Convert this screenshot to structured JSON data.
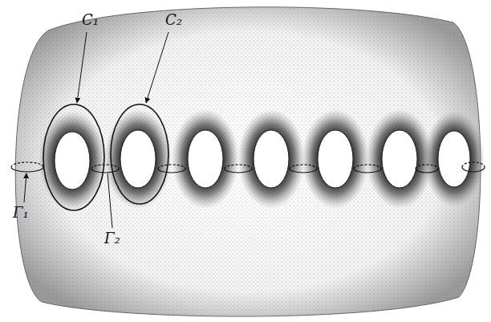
{
  "diagram": {
    "labels": [
      "C₁",
      "C₂",
      "Γ₁",
      "Γ₂"
    ]
  }
}
